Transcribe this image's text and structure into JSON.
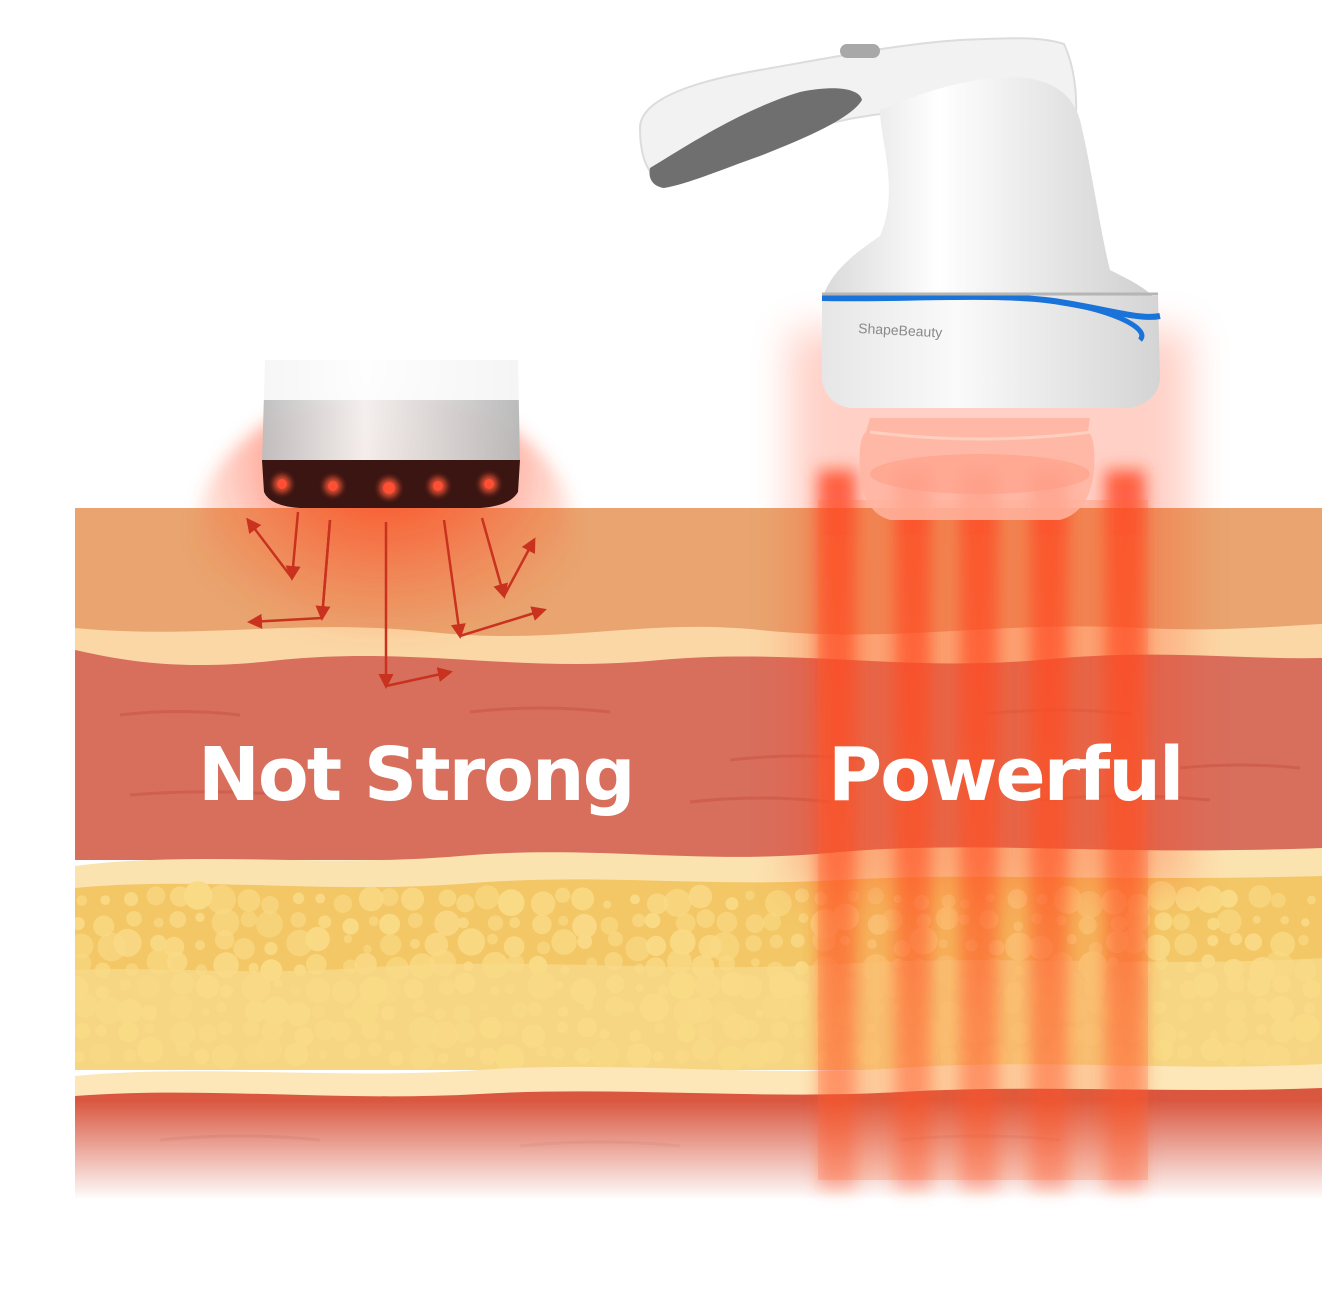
{
  "labels": {
    "left": "Not Strong",
    "right": "Powerful"
  },
  "device": {
    "brand": "ShapeBeauty"
  },
  "colors": {
    "epidermis": "#e9a46f",
    "dermis": "#d86e5c",
    "fat": "#f3c766",
    "fat_dots": "#f9da86",
    "muscle": "#d9563f",
    "glow": "#ff3b18",
    "led": "#ff2a1a",
    "accent_ring": "#1a73d9"
  },
  "icons": {
    "left_device": "handheld-red-light-device-icon",
    "right_device": "massager-device-icon",
    "scatter": "scatter-arrows-icon"
  }
}
